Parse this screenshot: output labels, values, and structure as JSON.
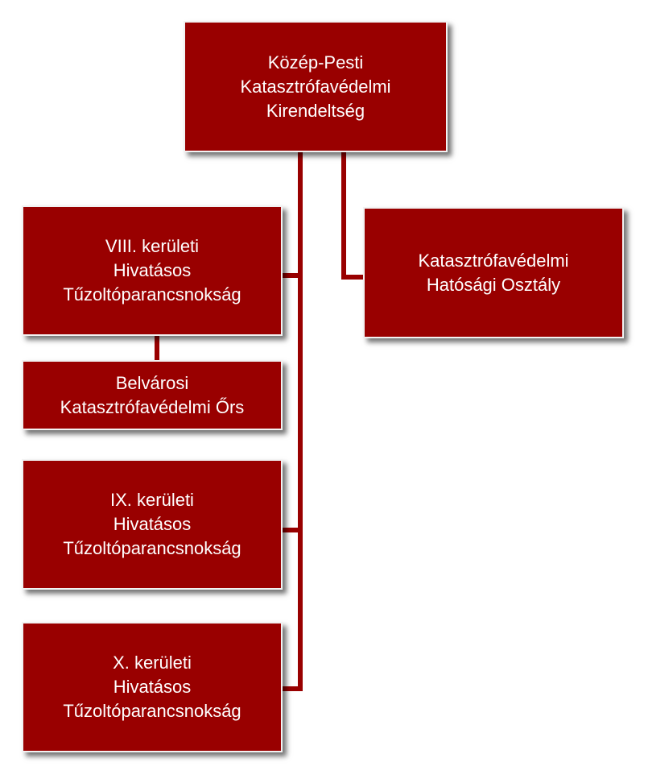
{
  "colors": {
    "box": "#990000",
    "line": "#990000",
    "text": "#ffffff"
  },
  "root": {
    "label": "Közép-Pesti\nKatasztrófavédelmi\nKirendeltség"
  },
  "units": [
    {
      "label": "VIII. kerületi\nHivatásos\nTűzoltóparancsnokság"
    },
    {
      "label": "Belvárosi\nKatasztrófavédelmi Őrs"
    },
    {
      "label": "IX. kerületi\nHivatásos\nTűzoltóparancsnokság"
    },
    {
      "label": "X. kerületi\nHivatásos\nTűzoltóparancsnokság"
    },
    {
      "label": "Katasztrófavédelmi\nHatósági Osztály"
    }
  ]
}
